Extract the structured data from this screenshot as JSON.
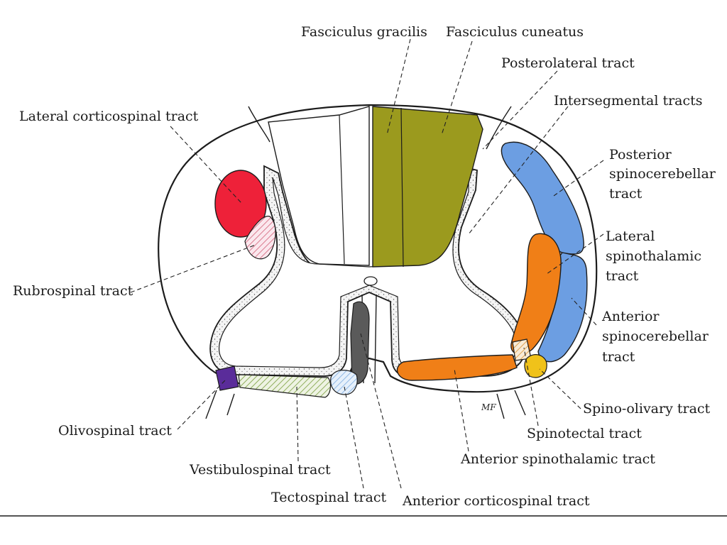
{
  "labels": {
    "fasciculus_gracilis": "Fasciculus gracilis",
    "fasciculus_cuneatus": "Fasciculus cuneatus",
    "posterolateral_tract": "Posterolateral tract",
    "intersegmental_tracts": "Intersegmental tracts",
    "lateral_corticospinal_tract": "Lateral corticospinal tract",
    "posterior_spinocerebellar_tract": [
      "Posterior",
      "spinocerebellar",
      "tract"
    ],
    "lateral_spinothalamic_tract": [
      "Lateral",
      "spinothalamic",
      "tract"
    ],
    "anterior_spinocerebellar_tract": [
      "Anterior",
      "spinocerebellar",
      "tract"
    ],
    "rubrospinal_tract": "Rubrospinal tract",
    "spino_olivary_tract": "Spino-olivary tract",
    "spinotectal_tract": "Spinotectal tract",
    "anterior_spinothalamic_tract": "Anterior spinothalamic tract",
    "olivospinal_tract": "Olivospinal tract",
    "vestibulospinal_tract": "Vestibulospinal tract",
    "tectospinal_tract": "Tectospinal tract",
    "anterior_corticospinal_tract": "Anterior corticospinal tract",
    "signature": "MF"
  },
  "colors": {
    "dorsal_columns": "#9b9a1e",
    "lateral_corticospinal": "#ee2139",
    "rubrospinal_hatch": "#d9788d",
    "posterior_spinocerebellar": "#6c9ee2",
    "anterior_spinocerebellar": "#6c9ee2",
    "lateral_spinothalamic": "#f07f17",
    "anterior_spinothalamic": "#f07f17",
    "spino_olivary": "#f0c21a",
    "spinotectal_hatch": "#e0a24f",
    "anterior_corticospinal": "#5a5a5a",
    "tectospinal_hatch": "#8fb8e6",
    "vestibulospinal_hatch": "#8fae5c",
    "olivospinal": "#5a2c9a"
  }
}
